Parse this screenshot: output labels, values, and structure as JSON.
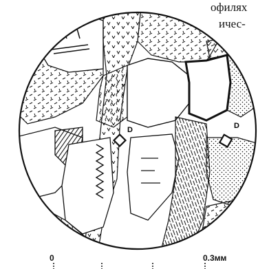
{
  "text_fragments": {
    "line1": "офилях",
    "line2": "ичес-"
  },
  "markers": {
    "label_left": "D",
    "label_right": "D"
  },
  "scale_bar": {
    "start_label": "0",
    "end_label": "0.3мм"
  }
}
